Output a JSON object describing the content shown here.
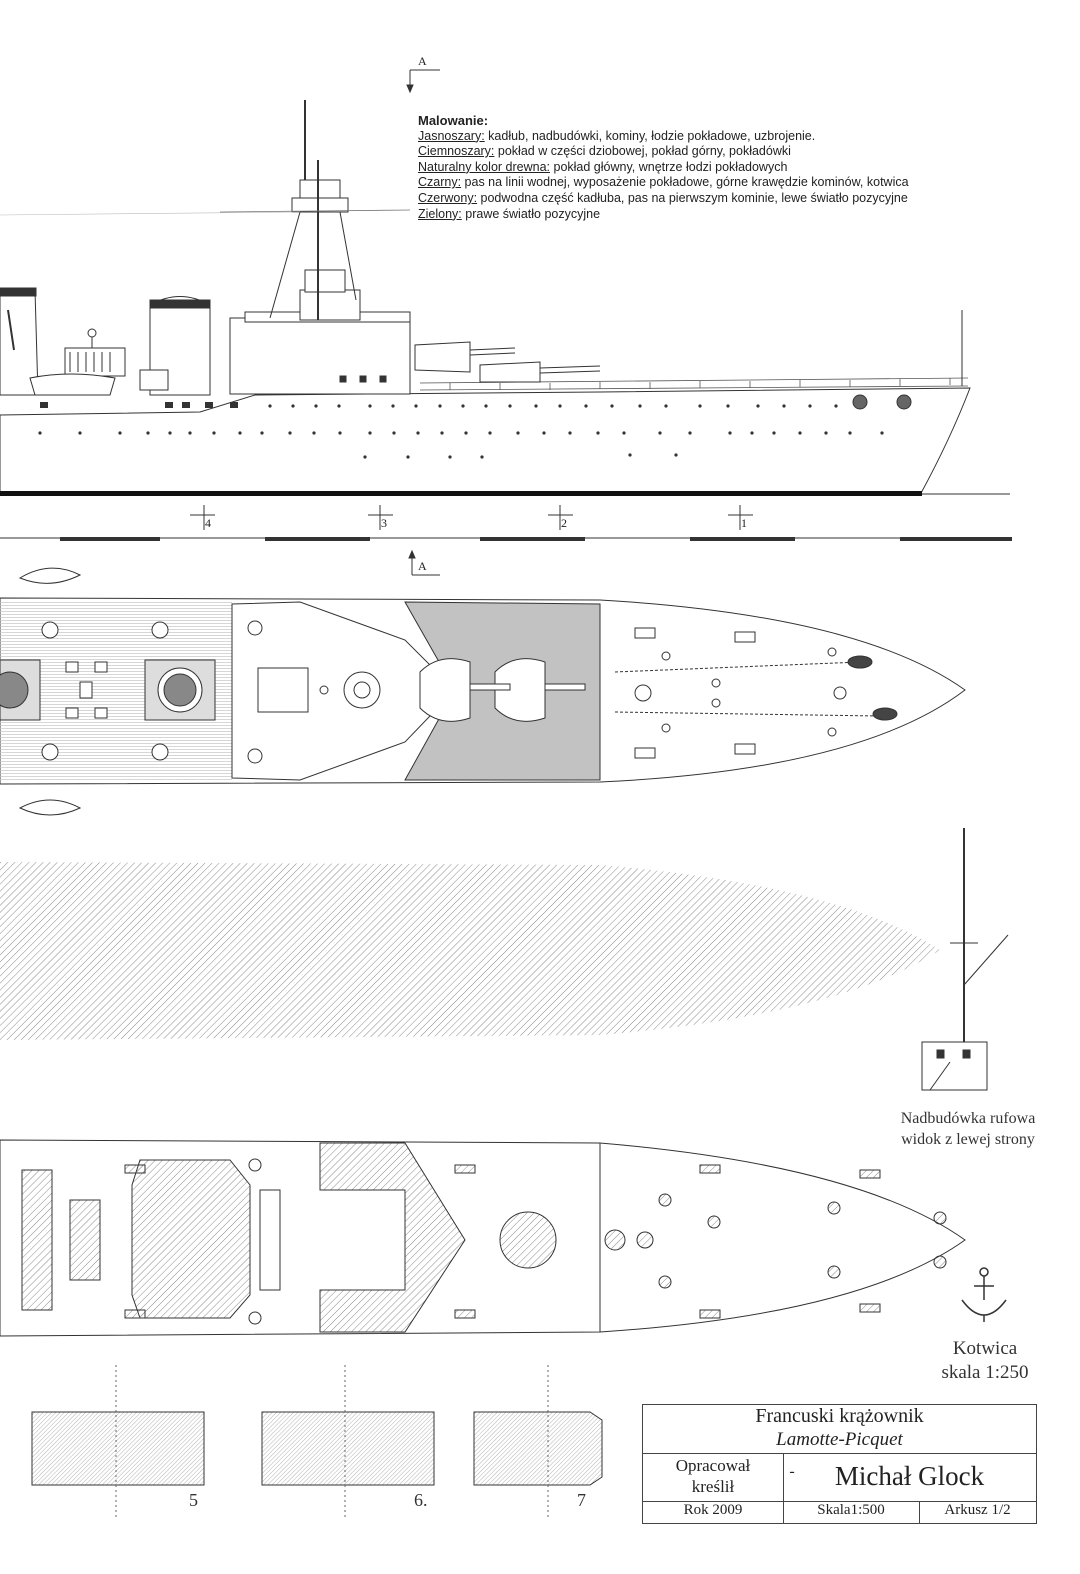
{
  "legend": {
    "title": "Malowanie:",
    "items": [
      {
        "key": "Jasnoszary:",
        "text": " kadłub, nadbudówki, kominy, łodzie pokładowe, uzbrojenie."
      },
      {
        "key": "Ciemnoszary:",
        "text": " pokład w części dziobowej, pokład górny, pokładówki"
      },
      {
        "key": "Naturalny kolor drewna:",
        "text": " pokład główny, wnętrze łodzi pokładowych"
      },
      {
        "key": "Czarny:",
        "text": " pas na linii wodnej, wyposażenie pokładowe, górne krawędzie kominów, kotwica"
      },
      {
        "key": "Czerwony:",
        "text": " podwodna część kadłuba, pas na pierwszym kominie, lewe światło pozycyjne"
      },
      {
        "key": "Zielony:",
        "text": " prawe światło pozycyjne"
      }
    ]
  },
  "section_labels": {
    "top": "A",
    "bottom": "A"
  },
  "frames": [
    "4",
    "3",
    "2",
    "1"
  ],
  "captions": {
    "aft_superstructure": [
      "Nadbudówka rufowa",
      "widok z lewej strony"
    ],
    "anchor": [
      "Kotwica",
      "skala 1:250"
    ]
  },
  "parts": [
    "5",
    "6.",
    "7"
  ],
  "title_block": {
    "line1": "Francuski krążownik",
    "line2": "Lamotte-Picquet",
    "prepared_label": "Opracował",
    "drew_label": "kreślił",
    "dash": "-",
    "author": "Michał Glock",
    "year": "Rok 2009",
    "scale": "Skala1:500",
    "sheet": "Arkusz 1/2"
  },
  "colors": {
    "ink": "#333333",
    "deck_dark": "#bdbdbd",
    "hatch": "#8a8a8a",
    "paper": "#ffffff"
  }
}
